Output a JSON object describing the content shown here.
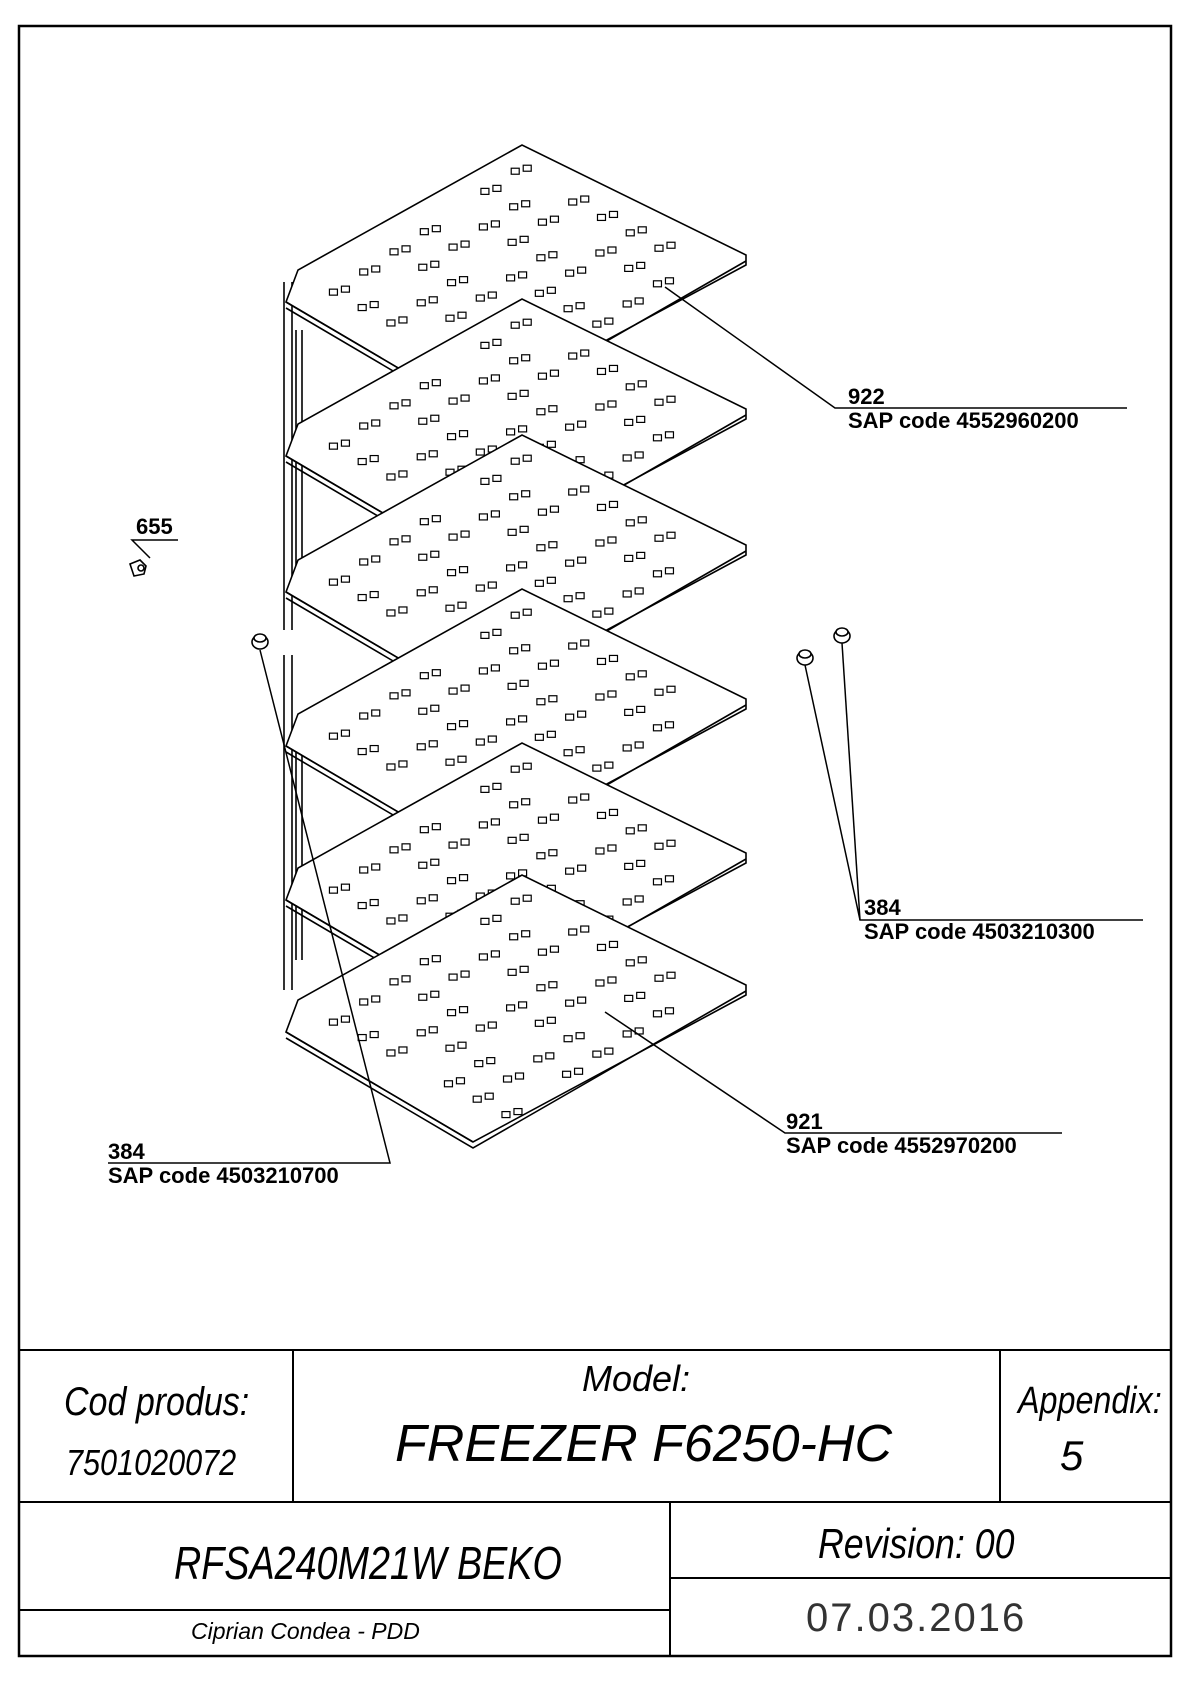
{
  "callouts": {
    "p922": {
      "number": "922",
      "sap": "SAP code 4552960200"
    },
    "p655": {
      "number": "655"
    },
    "p384_right": {
      "number": "384",
      "sap": "SAP code 4503210300"
    },
    "p921": {
      "number": "921",
      "sap": "SAP code 4552970200"
    },
    "p384_left": {
      "number": "384",
      "sap": "SAP code 4503210700"
    }
  },
  "title_block": {
    "cod_produs_label": "Cod produs:",
    "cod_produs_value": "7501020072",
    "model_label": "Model:",
    "model_value": "FREEZER F6250-HC",
    "appendix_label": "Appendix:",
    "appendix_value": "5",
    "variant": "RFSA240M21W BEKO",
    "author": "Ciprian Condea - PDD",
    "revision": "Revision: 00",
    "date": "07.03.2016"
  }
}
